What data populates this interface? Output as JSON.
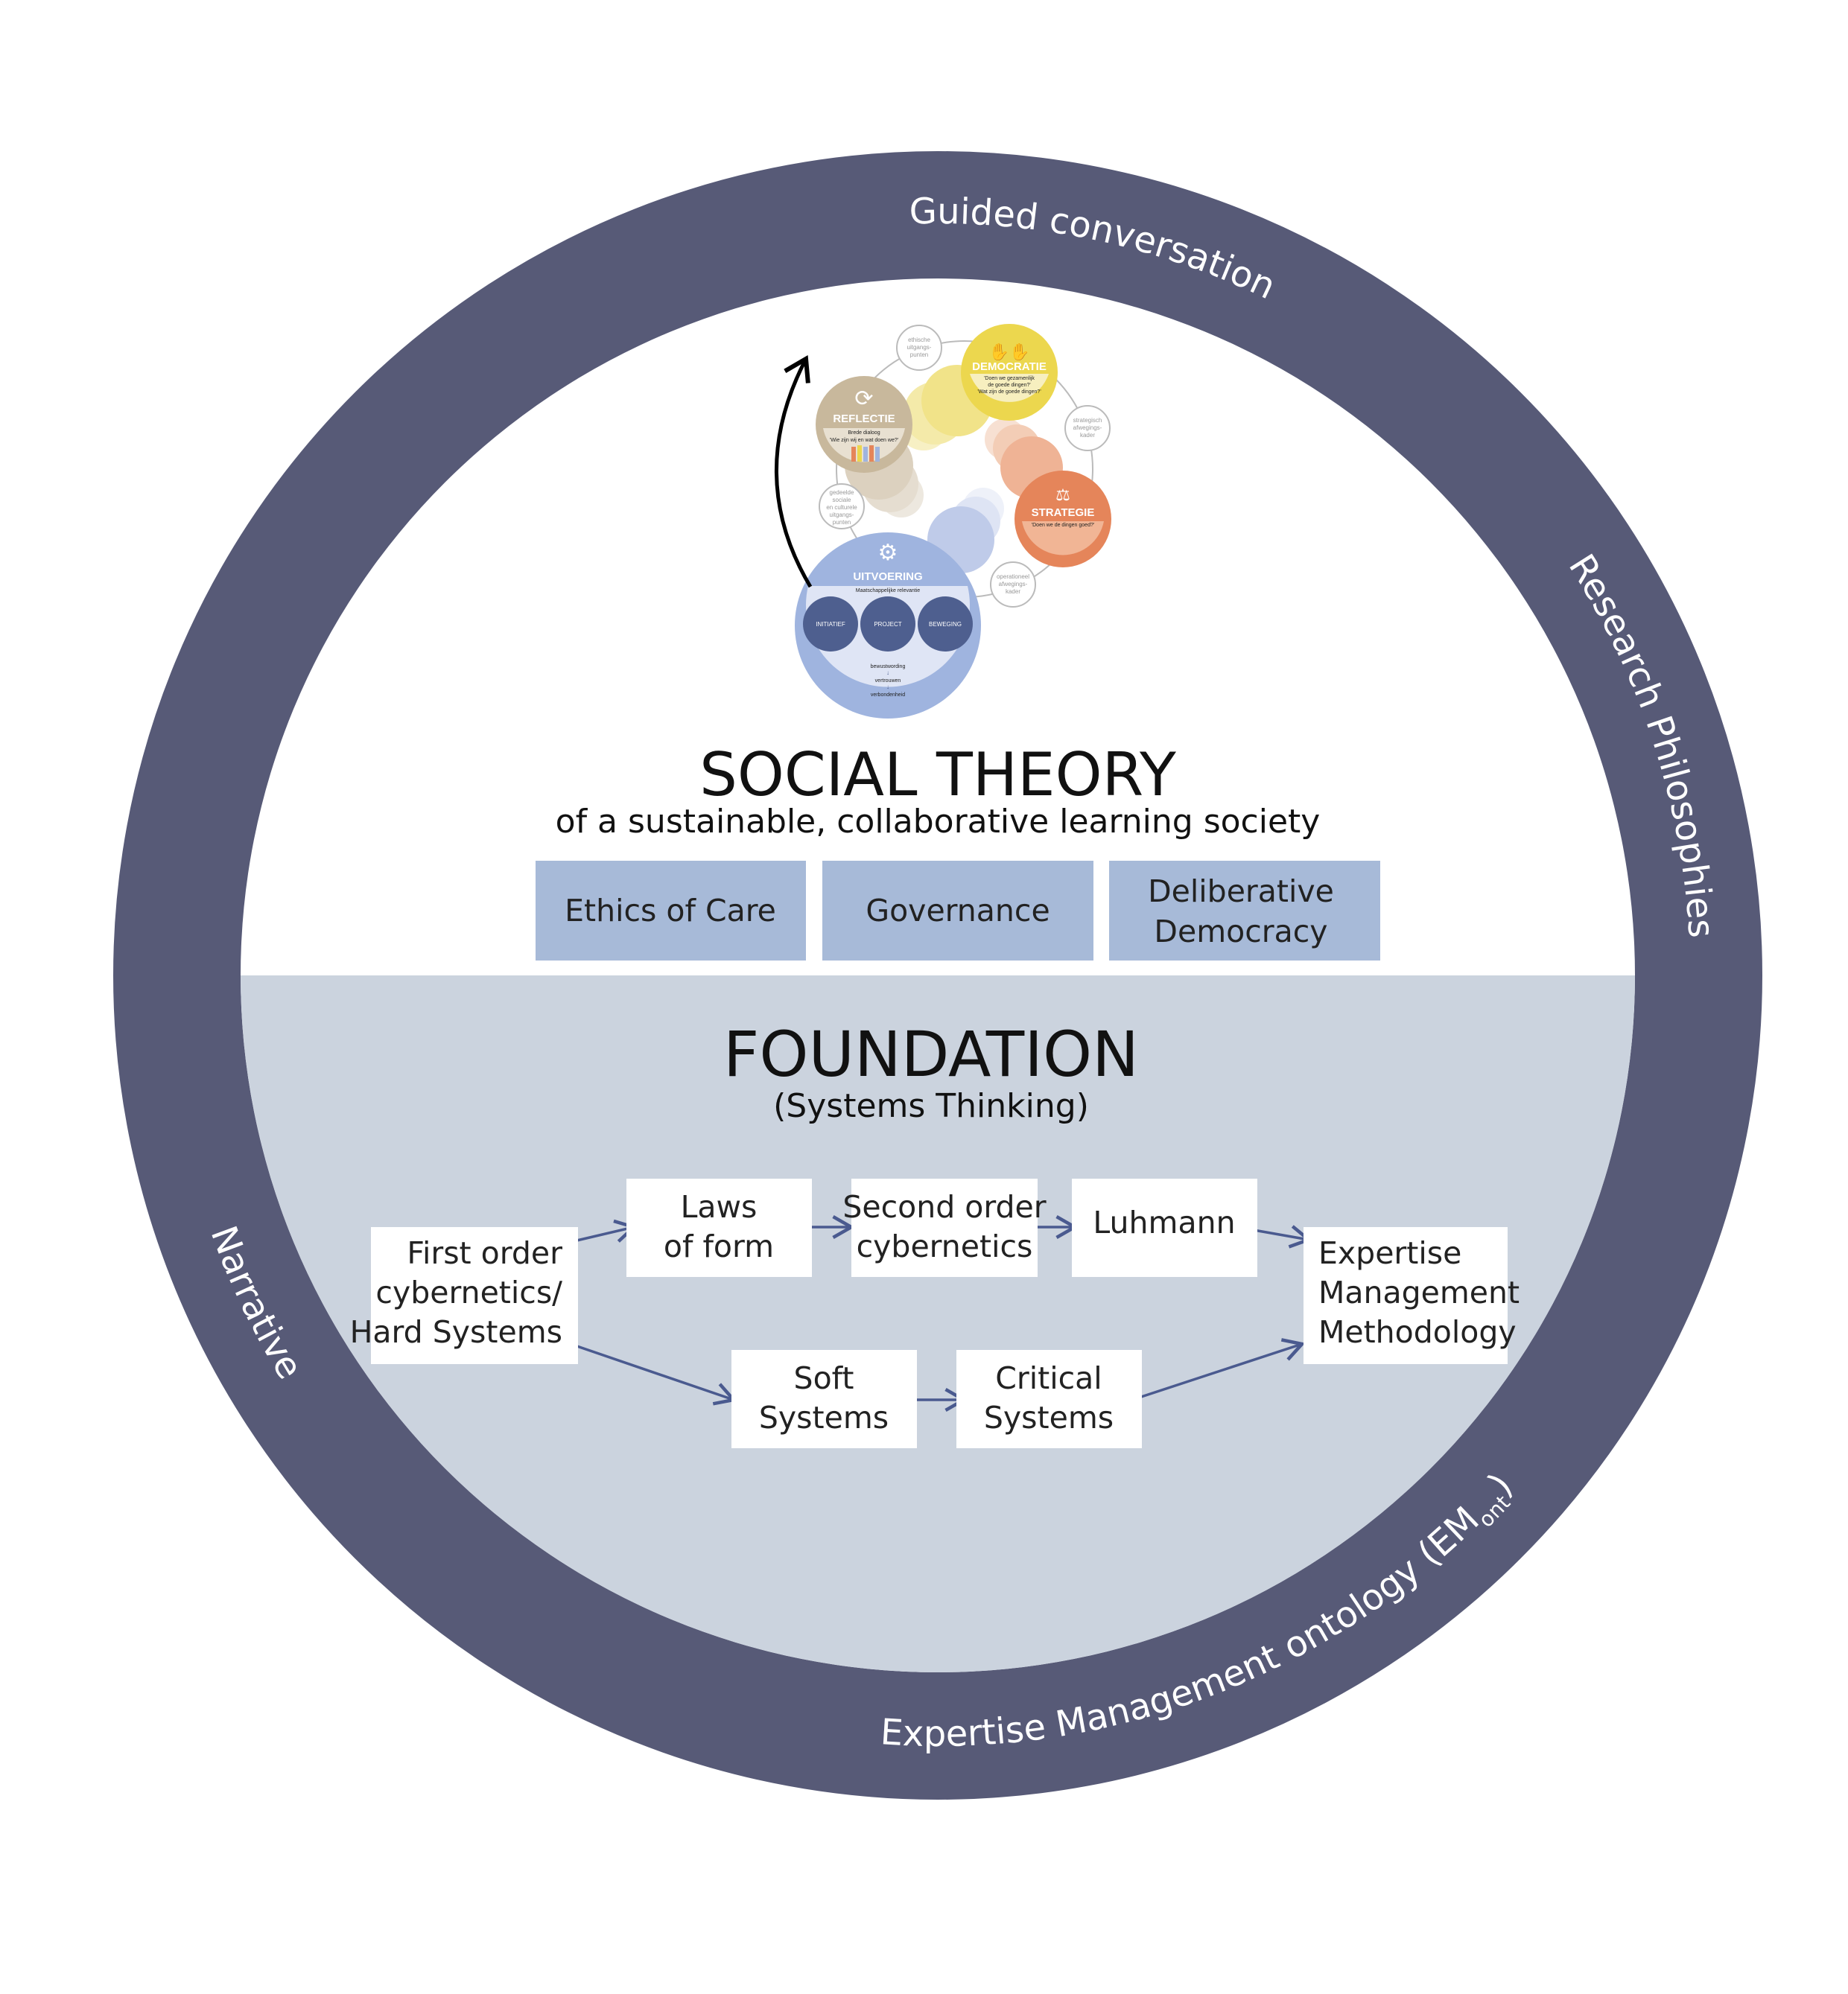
{
  "colors": {
    "ring": "#575a77",
    "foundation_bg": "#cbd3de",
    "theme_box": "#a7bad8",
    "arrow": "#4a5a8f",
    "reflectie": "#c8b89c",
    "democratie": "#ecd74e",
    "strategie": "#e5855a",
    "uitvoering": "#9fb4df"
  },
  "ring_labels": {
    "top_left": "Guided  conversation",
    "right": "Research Philosophies",
    "left": "Narrative",
    "bottom": "Expertise Management ontology (EM",
    "bottom_subscript": "ont",
    "bottom_close": ")"
  },
  "social_theory": {
    "title": "SOCIAL THEORY",
    "subtitle": "of a sustainable, collaborative learning society",
    "themes": [
      {
        "lines": [
          "Ethics of Care"
        ]
      },
      {
        "lines": [
          "Governance"
        ]
      },
      {
        "lines": [
          "Deliberative",
          "Democracy"
        ]
      }
    ]
  },
  "cycle_diagram": {
    "reflectie": {
      "title": "REFLECTIE",
      "line1": "Brede dialoog",
      "line2": "'Wie zijn wij en wat doen we?'",
      "icon": "refresh-icon"
    },
    "democratie": {
      "title": "DEMOCRATIE",
      "line1": "'Doen we gezamenlijk",
      "line2": "de goede dingen?'",
      "line3": "'Wat zijn de goede dingen?'",
      "icon": "raised-hands-icon"
    },
    "strategie": {
      "title": "STRATEGIE",
      "line1": "'Doen we de dingen goed?'",
      "icon": "scales-icon"
    },
    "uitvoering": {
      "title": "UITVOERING",
      "subtitle": "Maatschappelijke relevantie",
      "icon": "gears-icon",
      "groups": [
        "INITIATIEF",
        "PROJECT",
        "BEWEGING"
      ],
      "steps": [
        "bewustwording",
        "vertrouwen",
        "verbondenheid"
      ]
    },
    "connectors": {
      "ethische": [
        "ethische",
        "uitgangs-",
        "punten"
      ],
      "strategisch": [
        "strategisch",
        "afwegings-",
        "kader"
      ],
      "gedeelde": [
        "gedeelde",
        "sociale",
        "en culturele",
        "uitgangs-",
        "punten"
      ],
      "operationeel": [
        "operationeel",
        "afwegings-",
        "kader"
      ]
    }
  },
  "foundation": {
    "title": "FOUNDATION",
    "subtitle": "(Systems Thinking)",
    "nodes": {
      "first_order": [
        "First order",
        "cybernetics/",
        "Hard Systems"
      ],
      "laws_of_form": [
        "Laws",
        "of form"
      ],
      "second_order": [
        "Second order",
        "cybernetics"
      ],
      "luhmann": [
        "Luhmann"
      ],
      "expertise": [
        "Expertise",
        "Management",
        "Methodology"
      ],
      "soft": [
        "Soft",
        "Systems"
      ],
      "critical": [
        "Critical",
        "Systems"
      ]
    }
  }
}
